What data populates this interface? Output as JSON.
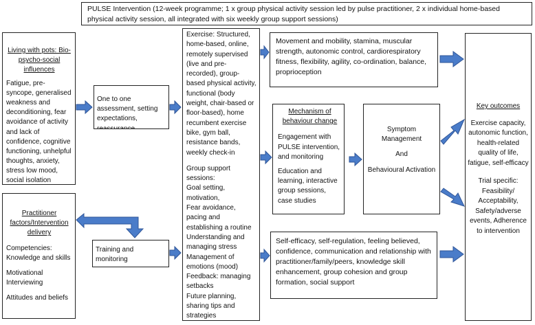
{
  "title": "PULSE Intervention (12-week programme; 1 x group physical activity session led by pulse practitioner, 2 x individual home-based physical activity session, all integrated with six weekly group support sessions)",
  "living_with_pots": {
    "heading": "Living with pots: Bio-psycho-social influences",
    "body": "Fatigue, pre-syncope, generalised weakness and deconditioning, fear avoidance of activity and lack of confidence, cognitive functioning, unhelpful thoughts, anxiety, stress low mood, social isolation"
  },
  "practitioner": {
    "heading": "Practitioner factors/Intervention delivery",
    "items": [
      "Competencies: Knowledge and skills",
      "Motivational Interviewing",
      "Attitudes and beliefs"
    ]
  },
  "one_to_one": "One to one assessment, setting expectations, reassurance",
  "training": "Training and monitoring",
  "exercise": {
    "text": "Exercise: Structured, home-based, online, remotely supervised (live and pre-recorded), group-based physical activity, functional (body weight, chair-based or floor-based), home recumbent exercise bike, gym ball, resistance bands, weekly check-in",
    "group_heading": "Group support sessions:",
    "group_items": [
      "Goal setting, motivation,",
      "Fear avoidance, pacing and establishing a routine",
      "Understanding and managing stress",
      "Management of emotions (mood)",
      "Feedback: managing setbacks",
      "Future planning, sharing tips and strategies"
    ]
  },
  "movement": "Movement and mobility, stamina, muscular strength, autonomic control, cardiorespiratory fitness, flexibility, agility, co-ordination, balance, proprioception",
  "mechanism": {
    "heading": "Mechanism of behaviour change",
    "items": [
      "Engagement with PULSE intervention, and monitoring",
      "Education and learning, interactive group sessions, case studies"
    ]
  },
  "symptom": {
    "line1": "Symptom Management",
    "line2": "And",
    "line3": "Behavioural Activation"
  },
  "self_efficacy": "Self-efficacy, self-regulation, feeling believed, confidence, communication and relationship with practitioner/family/peers, knowledge skill enhancement, group cohesion and group formation, social support",
  "outcomes": {
    "heading": "Key outcomes",
    "primary": "Exercise capacity, autonomic function, health-related quality of life, fatigue, self-efficacy",
    "trial": "Trial specific: Feasibility/ Acceptability, Safety/adverse events, Adherence to intervention"
  },
  "colors": {
    "arrow_fill": "#4A7CC9",
    "arrow_stroke": "#2F5597",
    "border": "#222222"
  }
}
